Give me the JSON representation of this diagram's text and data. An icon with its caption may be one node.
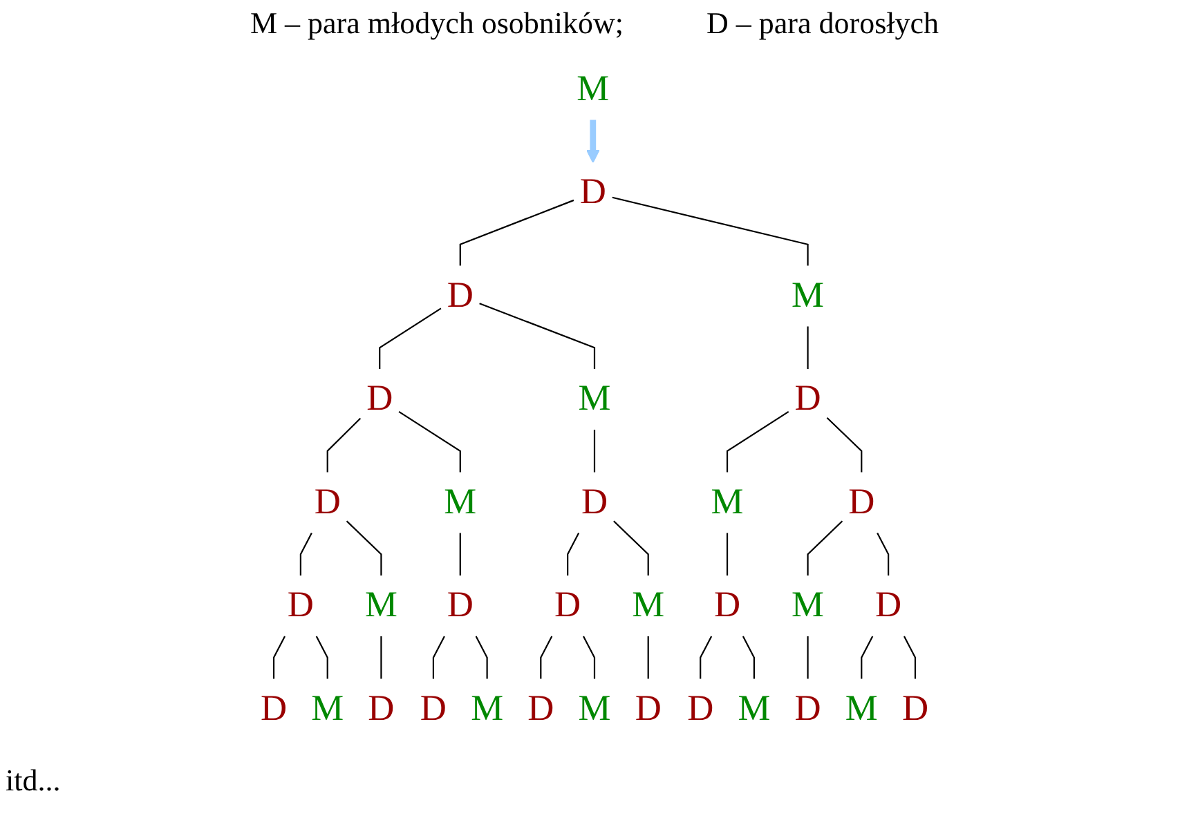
{
  "diagram": {
    "nodes": [
      {
        "text": [
          "M"
        ]
      },
      {
        "text": [
          "D"
        ]
      },
      {
        "text": [
          "D"
        ]
      },
      {
        "text": [
          "M"
        ]
      },
      {
        "text": [
          "D"
        ]
      },
      {
        "text": [
          "M"
        ]
      },
      {
        "text": [
          "D"
        ]
      },
      {
        "text": [
          "D"
        ]
      },
      {
        "text": [
          "M"
        ]
      },
      {
        "text": [
          "D"
        ]
      },
      {
        "text": [
          "M"
        ]
      },
      {
        "text": [
          "D"
        ]
      },
      {
        "text": [
          "D"
        ]
      },
      {
        "text": [
          "M"
        ]
      },
      {
        "text": [
          "D"
        ]
      },
      {
        "text": [
          "D"
        ]
      },
      {
        "text": [
          "M"
        ]
      },
      {
        "text": [
          "D"
        ]
      },
      {
        "text": [
          "M"
        ]
      },
      {
        "text": [
          "D"
        ]
      },
      {
        "text": [
          "D"
        ]
      },
      {
        "text": [
          "M"
        ]
      },
      {
        "text": [
          "D"
        ]
      },
      {
        "text": [
          "D"
        ]
      },
      {
        "text": [
          "M"
        ]
      },
      {
        "text": [
          "D"
        ]
      },
      {
        "text": [
          "M"
        ]
      },
      {
        "text": [
          "D"
        ]
      },
      {
        "text": [
          "D"
        ]
      },
      {
        "text": [
          "M"
        ]
      },
      {
        "text": [
          "D"
        ]
      },
      {
        "text": [
          "M"
        ]
      },
      {
        "text": [
          "D"
        ]
      }
    ],
    "edges": [
      {
        "from": 0,
        "to": 1,
        "arrow": "to",
        "style": "thick",
        "color": "#99ccff"
      },
      {
        "from": 1,
        "to": 2,
        "arrow": "none"
      },
      {
        "from": 1,
        "to": 3,
        "arrow": "none"
      },
      {
        "from": 2,
        "to": 4,
        "arrow": "none"
      },
      {
        "from": 2,
        "to": 5,
        "arrow": "none"
      },
      {
        "from": 3,
        "to": 6,
        "arrow": "none"
      },
      {
        "from": 4,
        "to": 7,
        "arrow": "none"
      },
      {
        "from": 4,
        "to": 8,
        "arrow": "none"
      },
      {
        "from": 5,
        "to": 9,
        "arrow": "none"
      },
      {
        "from": 6,
        "to": 10,
        "arrow": "none"
      },
      {
        "from": 6,
        "to": 11,
        "arrow": "none"
      },
      {
        "from": 7,
        "to": 12,
        "arrow": "none"
      },
      {
        "from": 7,
        "to": 13,
        "arrow": "none"
      },
      {
        "from": 8,
        "to": 14,
        "arrow": "none"
      },
      {
        "from": 9,
        "to": 15,
        "arrow": "none"
      },
      {
        "from": 9,
        "to": 16,
        "arrow": "none"
      },
      {
        "from": 10,
        "to": 17,
        "arrow": "none"
      },
      {
        "from": 11,
        "to": 18,
        "arrow": "none"
      },
      {
        "from": 11,
        "to": 19,
        "arrow": "none"
      },
      {
        "from": 12,
        "to": 20,
        "arrow": "none"
      },
      {
        "from": 12,
        "to": 21,
        "arrow": "none"
      },
      {
        "from": 13,
        "to": 22,
        "arrow": "none"
      },
      {
        "from": 14,
        "to": 23,
        "arrow": "none"
      },
      {
        "from": 14,
        "to": 24,
        "arrow": "none"
      },
      {
        "from": 15,
        "to": 25,
        "arrow": "none"
      },
      {
        "from": 15,
        "to": 26,
        "arrow": "none"
      },
      {
        "from": 16,
        "to": 27,
        "arrow": "none"
      },
      {
        "from": 17,
        "to": 28,
        "arrow": "none"
      },
      {
        "from": 17,
        "to": 29,
        "arrow": "none"
      },
      {
        "from": 18,
        "to": 30,
        "arrow": "none"
      },
      {
        "from": 19,
        "to": 31,
        "arrow": "none"
      },
      {
        "from": 19,
        "to": 32,
        "arrow": "none"
      }
    ],
    "labels": [
      "M – para młodych osobników;",
      "D – para dorosłych",
      "itd..."
    ]
  }
}
